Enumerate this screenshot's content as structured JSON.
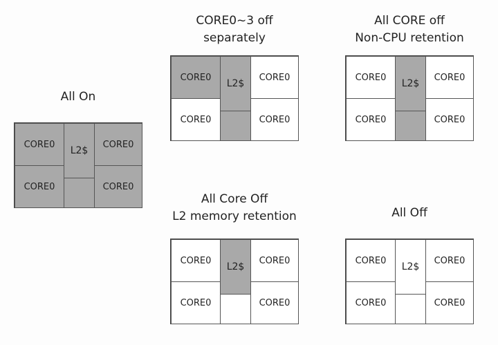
{
  "diagrams": [
    {
      "caption": [
        "All On"
      ],
      "core_label": "CORE0",
      "l2_label": "L2$",
      "states": {
        "tl": "on",
        "bl": "on",
        "tr": "on",
        "br": "on",
        "l2": "on",
        "l2b": "on"
      }
    },
    {
      "caption": [
        "CORE0~3 off",
        "separately"
      ],
      "core_label": "CORE0",
      "l2_label": "L2$",
      "states": {
        "tl": "on",
        "bl": "off",
        "tr": "off",
        "br": "off",
        "l2": "on",
        "l2b": "on"
      }
    },
    {
      "caption": [
        "All CORE off",
        "Non-CPU retention"
      ],
      "core_label": "CORE0",
      "l2_label": "L2$",
      "states": {
        "tl": "off",
        "bl": "off",
        "tr": "off",
        "br": "off",
        "l2": "on",
        "l2b": "on"
      }
    },
    {
      "caption": [
        "All Core Off",
        "L2 memory retention"
      ],
      "core_label": "CORE0",
      "l2_label": "L2$",
      "states": {
        "tl": "off",
        "bl": "off",
        "tr": "off",
        "br": "off",
        "l2": "on",
        "l2b": "off"
      }
    },
    {
      "caption": [
        "All Off"
      ],
      "core_label": "CORE0",
      "l2_label": "L2$",
      "states": {
        "tl": "off",
        "bl": "off",
        "tr": "off",
        "br": "off",
        "l2": "off",
        "l2b": "off"
      }
    }
  ],
  "colors": {
    "on": "#a9a9a9",
    "off": "#ffffff",
    "border": "#555555"
  }
}
